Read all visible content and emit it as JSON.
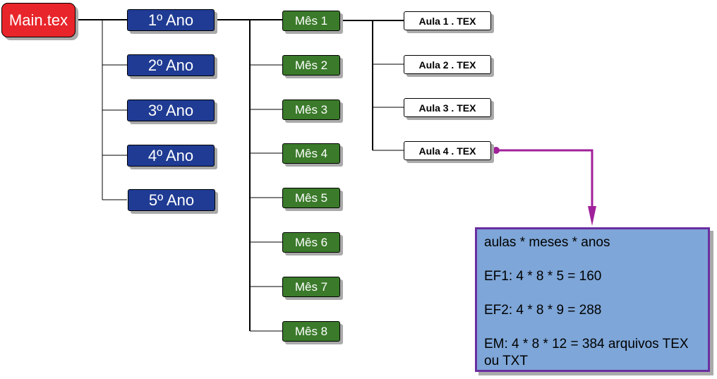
{
  "root": {
    "label": "Main.tex"
  },
  "anos": [
    "1º Ano",
    "2º Ano",
    "3º Ano",
    "4º Ano",
    "5º Ano"
  ],
  "meses": [
    "Mês 1",
    "Mês 2",
    "Mês 3",
    "Mês 4",
    "Mês 5",
    "Mês 6",
    "Mês 7",
    "Mês 8"
  ],
  "aulas": [
    "Aula 1 . TEX",
    "Aula 2 . TEX",
    "Aula 3 . TEX",
    "Aula 4 . TEX"
  ],
  "note": {
    "lines": [
      "aulas * meses * anos",
      "EF1: 4 * 8 * 5 = 160",
      "EF2: 4 * 8 * 9 = 288",
      "EM: 4 * 8 * 12 = 384 arquivos TEX ou TXT"
    ]
  },
  "colors": {
    "root": "#e8252a",
    "ano": "#1f3b93",
    "mes": "#3a7a2a",
    "aula": "#ffffff",
    "note_fill": "#7ea6d8",
    "note_border": "#6a2fa0",
    "arrow": "#a0209a"
  }
}
